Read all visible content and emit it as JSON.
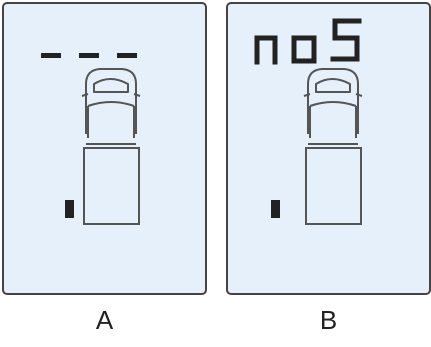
{
  "panels": [
    {
      "id": "A",
      "caption": "A",
      "display_text": "- - -"
    },
    {
      "id": "B",
      "caption": "B",
      "display_text": "noS"
    }
  ],
  "colors": {
    "lcd_background": "#e6f0fb",
    "border": "#444444",
    "segment": "#222222",
    "vehicle_outline": "#555555"
  },
  "icons": [
    "dash-segment-icon",
    "segment-digit-icon",
    "truck-outline-icon",
    "trailer-box-icon",
    "indicator-block-icon"
  ]
}
